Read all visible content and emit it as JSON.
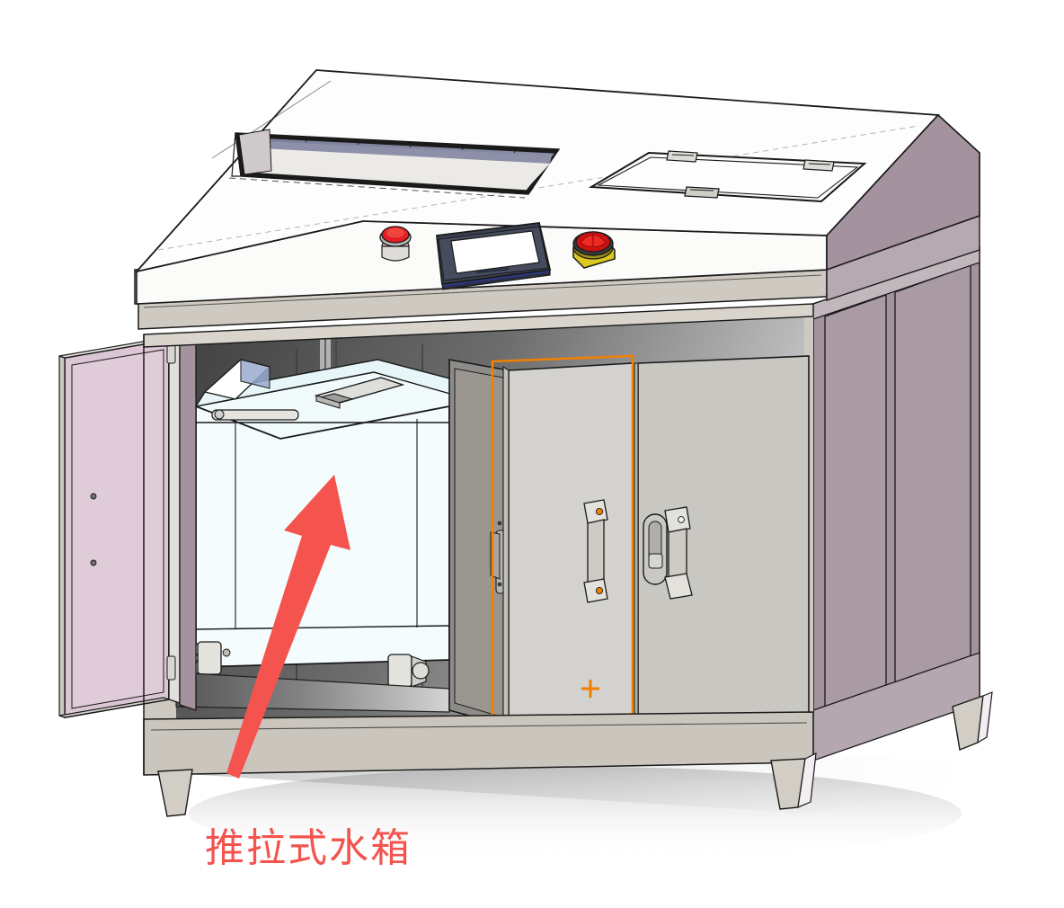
{
  "scene": {
    "kind": "cad-isometric-render",
    "subject": "industrial-machine-cabinet-with-pullout-water-tank",
    "background_color": "#ffffff"
  },
  "annotation": {
    "label_text": "推拉式水箱",
    "label_color": "#f4534e",
    "arrow_color": "#f4534e",
    "arrow_from": "label",
    "arrow_to": "water-tank"
  },
  "selection": {
    "highlight_color": "#f08000",
    "origin_marker": "+",
    "target": "middle-door-panel"
  },
  "colors": {
    "body_white": "#fdfdfd",
    "top_shell": "#f7f7f5",
    "side_panel_mauve": "#a4929e",
    "side_panel_mauve_dark": "#9d8b98",
    "door_gray": "#d4d2ce",
    "door_gray_dark": "#b9b6b0",
    "door_inner_pink": "#dcc6d6",
    "frame_beige": "#cfcac1",
    "tank_body": "#eefbfb",
    "tank_shade": "#dff3f5",
    "interior_dark": "#4a4a4a",
    "hmi_bezel": "#3c4152",
    "estop_red": "#e01b1b",
    "estop_base_yellow": "#dcc81e",
    "indicator_red": "#e81c23",
    "metal_light": "#e8e6e2",
    "outline": "#1a1a1a",
    "shadow": "#9a9a9a"
  },
  "components": {
    "top_enclosure": {
      "name": "sloped-top-enclosure",
      "viewport_window": "recessed-rectangular-opening",
      "access_hatch": "hinged-lid-with-two-hinges-and-latch"
    },
    "control_panel": {
      "indicator_light": "red-round-indicator",
      "hmi_screen": "touchscreen-display-blank",
      "emergency_stop": "red-mushroom-estop-on-yellow-base"
    },
    "cabinet": {
      "left_door": "open-swung-outward",
      "middle_door": "open-highlighted",
      "right_door": "closed-with-handle",
      "side_panels": 2,
      "handles": 2,
      "lock": "recessed-latch"
    },
    "water_tank": {
      "name": "pullout-water-tank",
      "lid_handle": "slotted-grip",
      "rollers": "guide-wheels-at-base",
      "fill_pipe": "vertical-cylindrical-port"
    },
    "legs": {
      "count": 4,
      "style": "tapered-trapezoidal"
    }
  }
}
